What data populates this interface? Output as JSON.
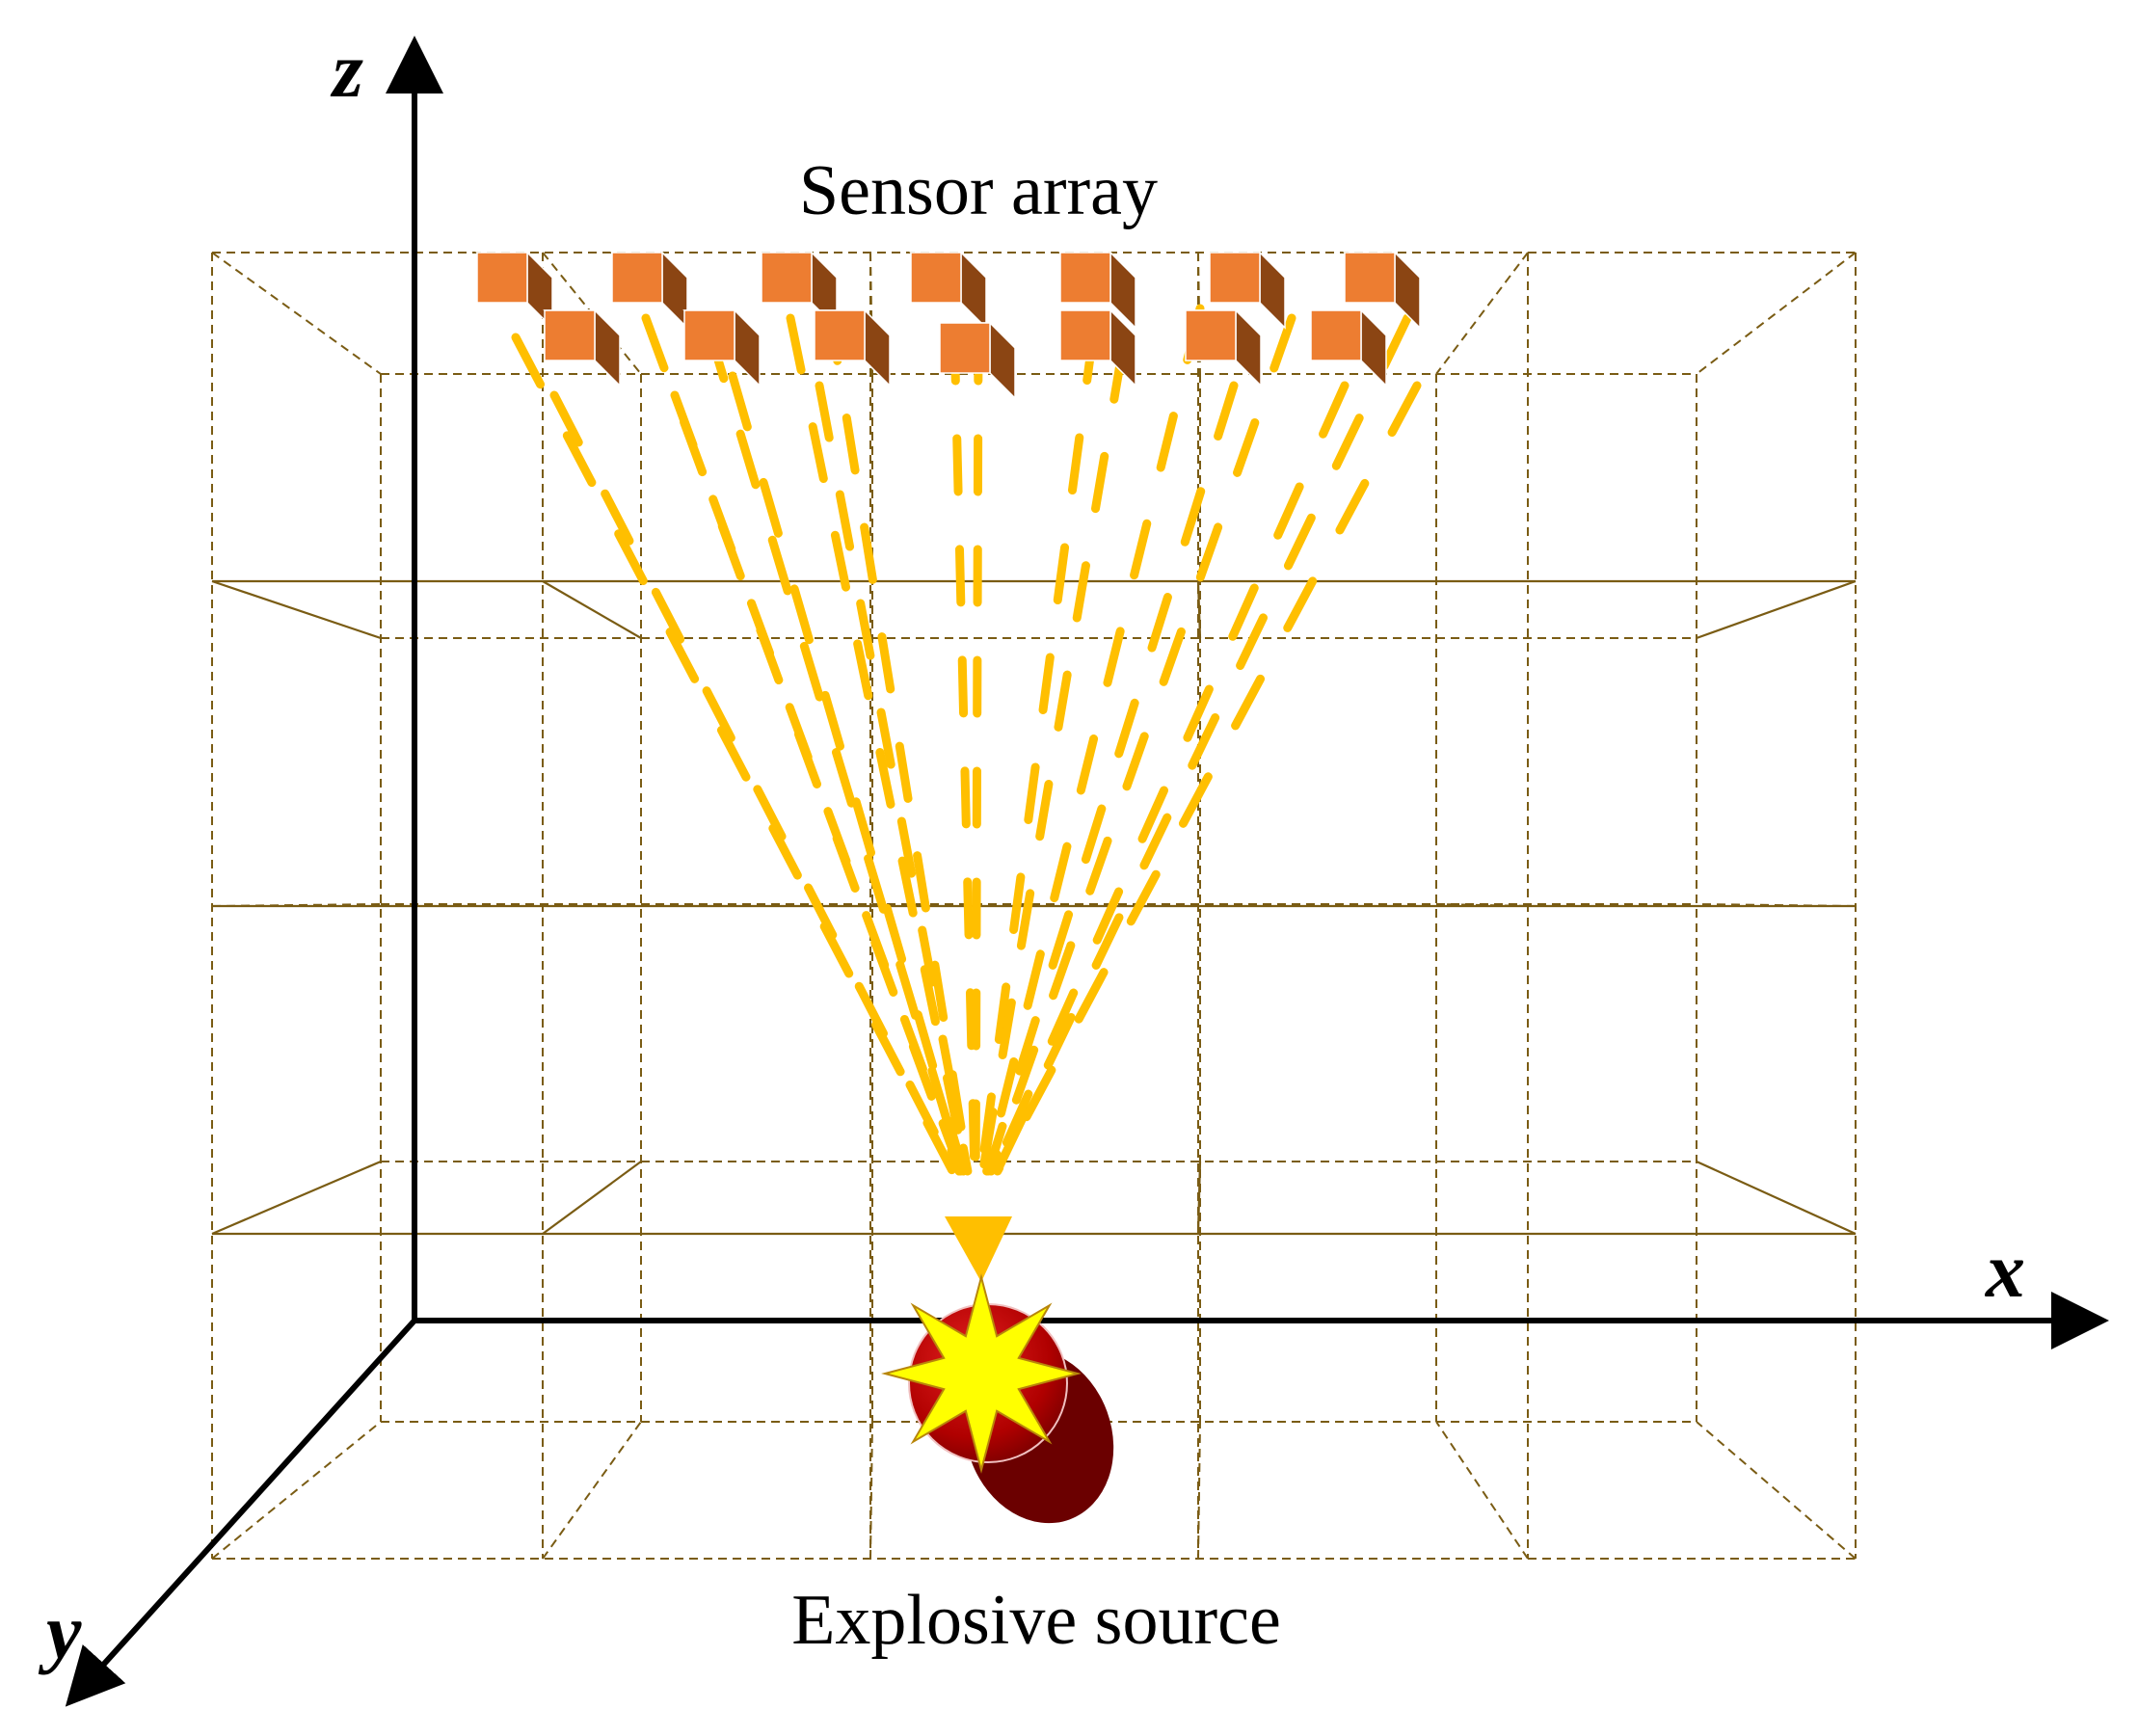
{
  "labels": {
    "sensor_array": "Sensor array",
    "explosive_source": "Explosive source"
  },
  "axes": {
    "x": "x",
    "y": "y",
    "z": "z"
  },
  "colors": {
    "grid": "#7a5c14",
    "axis": "#000000",
    "ray": "#ffbf00",
    "sensor_front": "#ed7d31",
    "sensor_side": "#8b4513",
    "sensor_top": "#f4a460",
    "source_sphere": "#c00000",
    "source_shadow": "#6b0000",
    "burst_star": "#ffff00"
  },
  "icons": {
    "sensor": "cube-icon",
    "source": "explosion-star-icon"
  },
  "sensor_count": 14
}
